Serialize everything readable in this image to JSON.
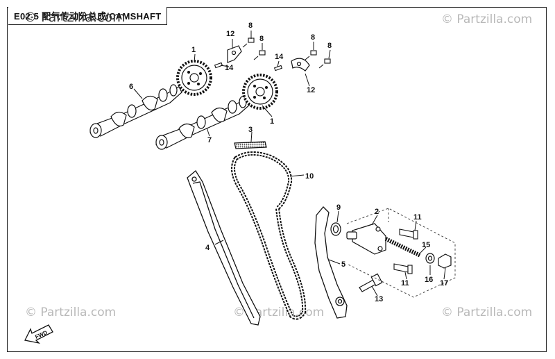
{
  "header": {
    "title": "E02-5 配气传动分总成/CAMSHAFT"
  },
  "watermarks": {
    "top_left": "© Partzilla.com",
    "top_right": "© Partzilla.com",
    "bottom_left": "© Partzilla.com",
    "bottom_center": "© Partzilla.com",
    "bottom_right": "© Partzilla.com"
  },
  "callouts": {
    "c1a": "1",
    "c1b": "1",
    "c2": "2",
    "c3": "3",
    "c4": "4",
    "c5": "5",
    "c6": "6",
    "c7": "7",
    "c8a": "8",
    "c8b": "8",
    "c8c": "8",
    "c8d": "8",
    "c9": "9",
    "c10": "10",
    "c11a": "11",
    "c11b": "11",
    "c12a": "12",
    "c12b": "12",
    "c13": "13",
    "c14a": "14",
    "c14b": "14",
    "c15": "15",
    "c16": "16",
    "c17": "17"
  },
  "direction_label": "FWD",
  "colors": {
    "line": "#111111",
    "watermark": "#b8b8b8",
    "dashes": "#444444"
  }
}
